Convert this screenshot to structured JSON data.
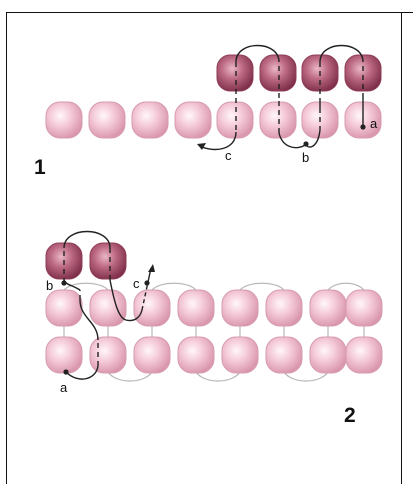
{
  "figure_1": {
    "step_number": "1",
    "labels": {
      "a": "a",
      "b": "b",
      "c": "c"
    }
  },
  "figure_2": {
    "step_number": "2",
    "labels": {
      "a": "a",
      "b": "b",
      "c": "c"
    }
  },
  "colors": {
    "bead_light": "#f2c4d3",
    "bead_light_edge": "#d79bb0",
    "bead_dark": "#b55c76",
    "bead_dark_edge": "#8f3c56",
    "thread": "#222222",
    "thread_ghost": "#b8b8b8",
    "frame_border": "#111111"
  }
}
